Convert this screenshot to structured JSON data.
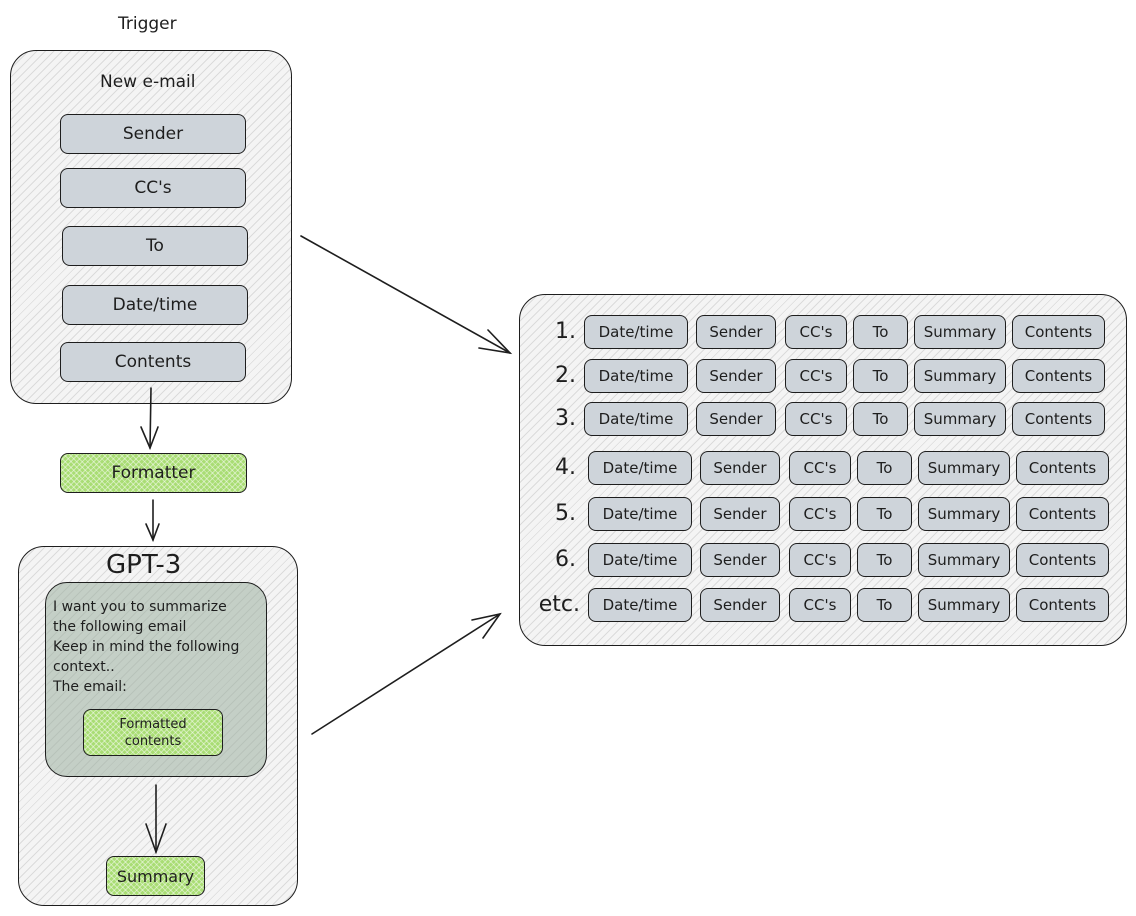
{
  "trigger": {
    "title": "Trigger",
    "box_title": "New e-mail",
    "fields": [
      "Sender",
      "CC's",
      "To",
      "Date/time",
      "Contents"
    ]
  },
  "formatter": {
    "label": "Formatter"
  },
  "gpt": {
    "title": "GPT-3",
    "prompt_lines": [
      "I want you to summarize",
      "the following email",
      "Keep in mind the following",
      "context..",
      "The email:"
    ],
    "formatted_contents_line1": "Formatted",
    "formatted_contents_line2": "contents",
    "output_label": "Summary"
  },
  "table": {
    "columns": [
      "Date/time",
      "Sender",
      "CC's",
      "To",
      "Summary",
      "Contents"
    ],
    "highlight_column": "Summary",
    "rows": [
      "1.",
      "2.",
      "3.",
      "4.",
      "5.",
      "6.",
      "etc."
    ]
  },
  "colors": {
    "stroke": "#1e1e1e",
    "field_fill": "#ced4da",
    "accent_green": "#a9dd74",
    "prompt_fill": "#c4cfc6"
  }
}
